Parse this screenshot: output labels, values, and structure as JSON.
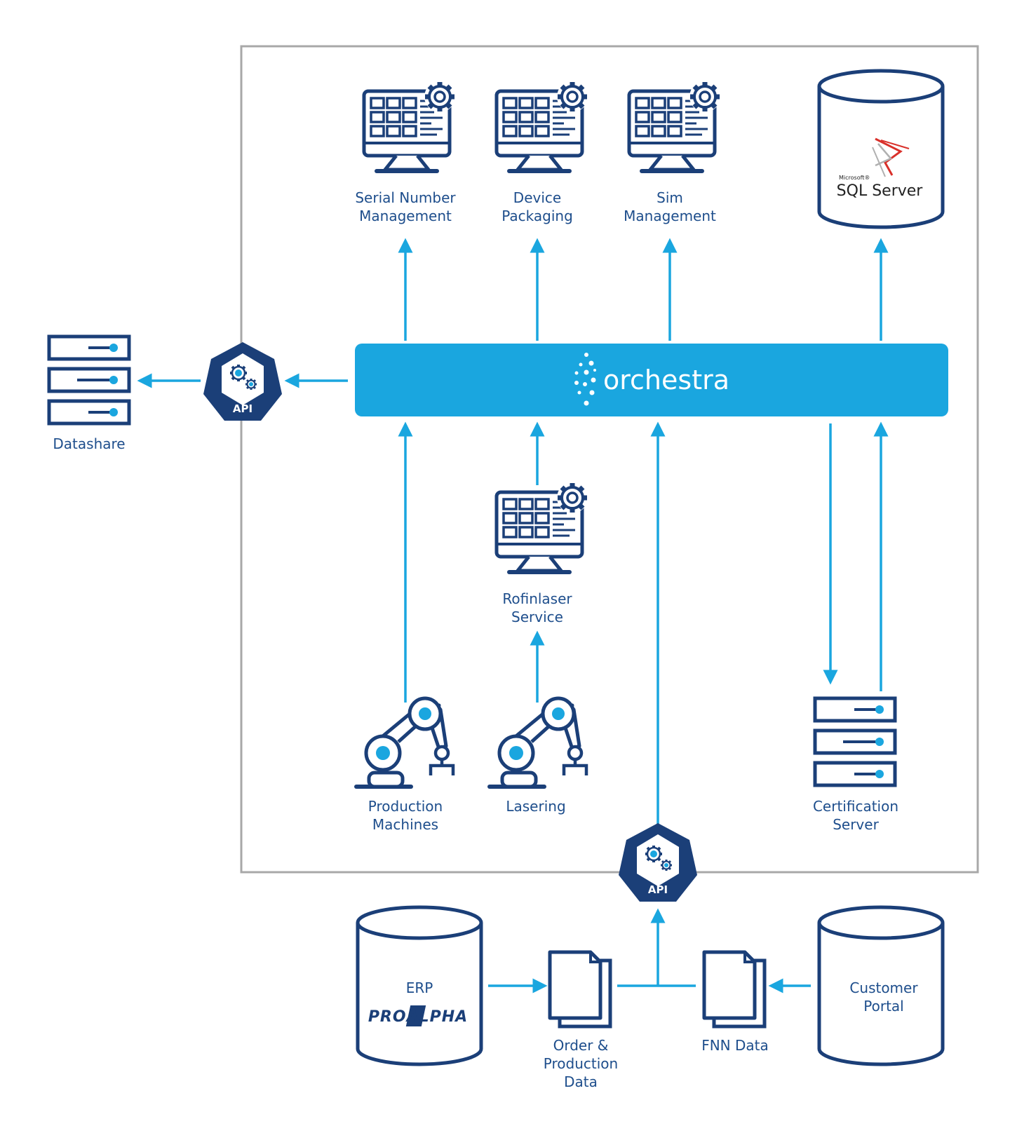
{
  "components": {
    "serial_number": {
      "line1": "Serial Number",
      "line2": "Management"
    },
    "device_packaging": {
      "line1": "Device",
      "line2": "Packaging"
    },
    "sim_management": {
      "line1": "Sim",
      "line2": "Management"
    },
    "sql_server": {
      "vendor": "Microsoft®",
      "product": "SQL Server"
    },
    "orchestra": {
      "name": "orchestra"
    },
    "api_left": {
      "label": "API"
    },
    "api_bottom": {
      "label": "API"
    },
    "datashare": {
      "label": "Datashare"
    },
    "rofinlaser": {
      "line1": "Rofinlaser",
      "line2": "Service"
    },
    "production_machines": {
      "line1": "Production",
      "line2": "Machines"
    },
    "lasering": {
      "label": "Lasering"
    },
    "certification_server": {
      "line1": "Certification",
      "line2": "Server"
    },
    "erp": {
      "label": "ERP",
      "logo": "PROALPHA"
    },
    "order_data": {
      "line1": "Order &",
      "line2": "Production",
      "line3": "Data"
    },
    "fnn_data": {
      "label": "FNN Data"
    },
    "customer_portal": {
      "line1": "Customer",
      "line2": "Portal"
    }
  },
  "colors": {
    "navy": "#1b3f78",
    "accent": "#1aa6df",
    "label": "#1e4e8c",
    "frame": "#a8a8a8"
  }
}
